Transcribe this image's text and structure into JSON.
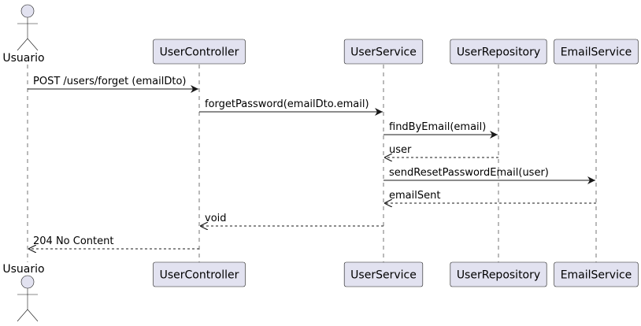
{
  "diagram": {
    "type": "sequence",
    "colors": {
      "participant_fill": "#e2e2f0",
      "stroke": "#181818",
      "background": "#ffffff"
    },
    "actor": {
      "name": "Usuario"
    },
    "participants": [
      {
        "name": "UserController"
      },
      {
        "name": "UserService"
      },
      {
        "name": "UserRepository"
      },
      {
        "name": "EmailService"
      }
    ],
    "messages": [
      {
        "from": "Usuario",
        "to": "UserController",
        "label": "POST /users/forget (emailDto)",
        "style": "solid"
      },
      {
        "from": "UserController",
        "to": "UserService",
        "label": "forgetPassword(emailDto.email)",
        "style": "solid"
      },
      {
        "from": "UserService",
        "to": "UserRepository",
        "label": "findByEmail(email)",
        "style": "solid"
      },
      {
        "from": "UserRepository",
        "to": "UserService",
        "label": "user",
        "style": "dashed"
      },
      {
        "from": "UserService",
        "to": "EmailService",
        "label": "sendResetPasswordEmail(user)",
        "style": "solid"
      },
      {
        "from": "EmailService",
        "to": "UserService",
        "label": "emailSent",
        "style": "dashed"
      },
      {
        "from": "UserService",
        "to": "UserController",
        "label": "void",
        "style": "dashed"
      },
      {
        "from": "UserController",
        "to": "Usuario",
        "label": "204 No Content",
        "style": "dashed"
      }
    ]
  }
}
